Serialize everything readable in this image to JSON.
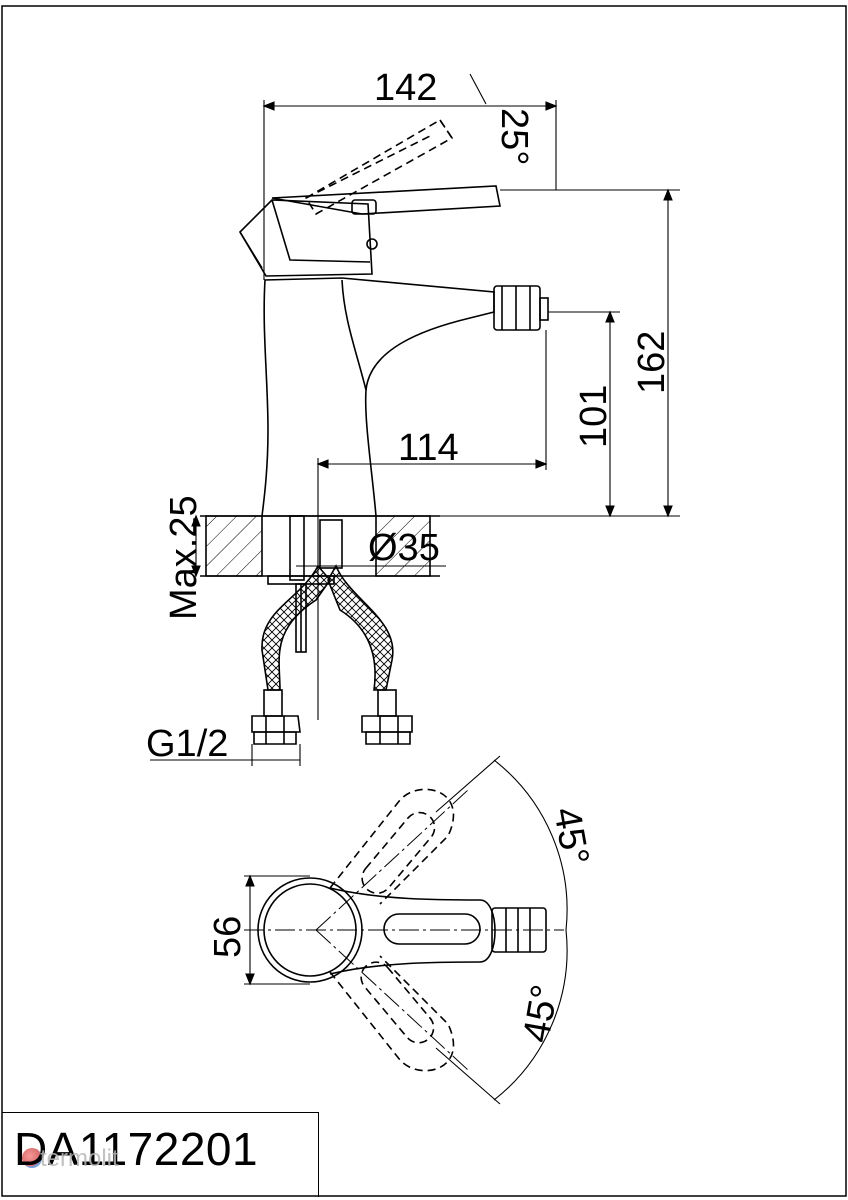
{
  "drawing": {
    "model_code": "DA1172201",
    "watermark": "termolit",
    "dimensions": {
      "width_top": "142",
      "angle_lever": "25°",
      "height_total": "162",
      "height_spout": "101",
      "spout_reach": "114",
      "max_counter": "Max.25",
      "hole_diameter": "Ø35",
      "thread": "G1/2",
      "body_width": "56",
      "angle_plan_upper": "45°",
      "angle_plan_lower": "45°"
    }
  },
  "colors": {
    "line": "#000000",
    "background": "#ffffff"
  }
}
